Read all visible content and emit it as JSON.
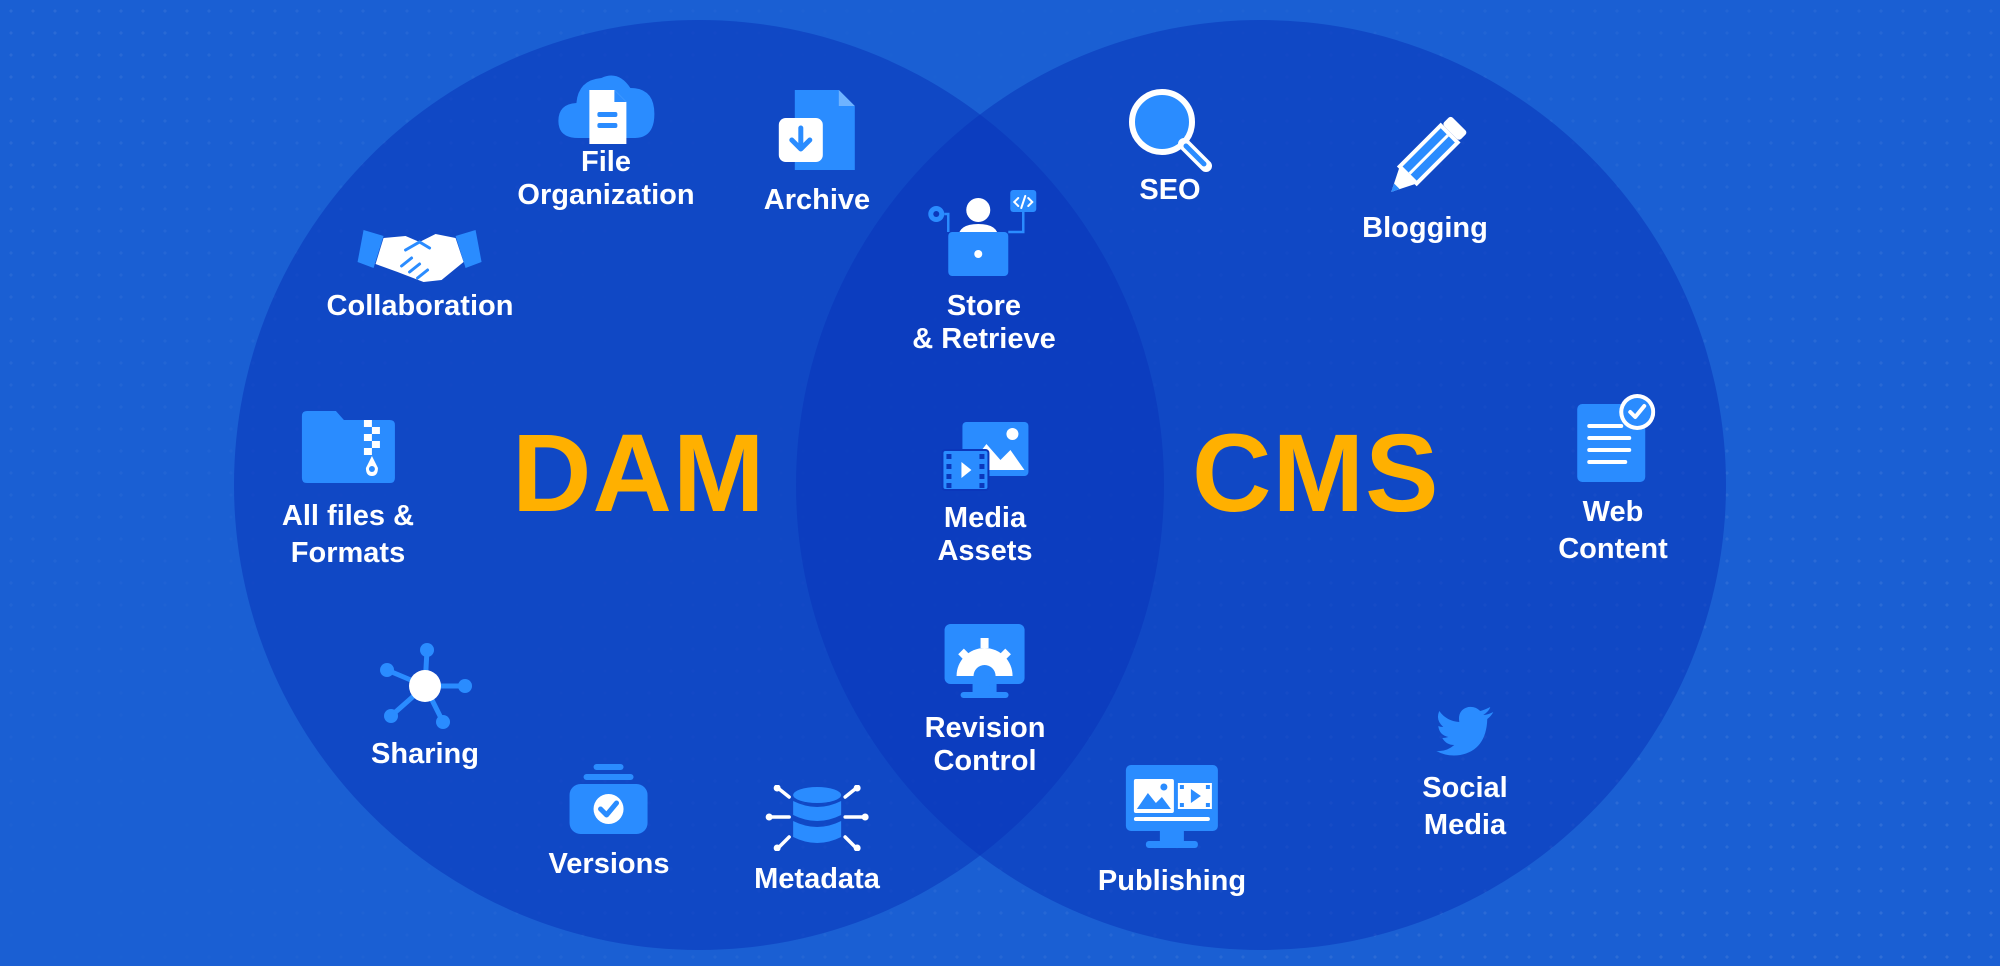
{
  "titles": {
    "left": "DAM",
    "right": "CMS"
  },
  "colors": {
    "background": "#1a5fd3",
    "circle": "#0b37bb",
    "accent": "#ffb000",
    "icon": "#2a8cff",
    "text": "#ffffff"
  },
  "dam": {
    "file_organization": {
      "label": "File\nOrganization",
      "icon": "cloud-document-icon"
    },
    "archive": {
      "label": "Archive",
      "icon": "archive-download-icon"
    },
    "collaboration": {
      "label": "Collaboration",
      "icon": "handshake-icon"
    },
    "all_files": {
      "label": "All files &\nFormats",
      "icon": "zip-folder-icon"
    },
    "sharing": {
      "label": "Sharing",
      "icon": "share-network-icon"
    },
    "versions": {
      "label": "Versions",
      "icon": "versions-check-icon"
    },
    "metadata": {
      "label": "Metadata",
      "icon": "database-icon"
    }
  },
  "shared": {
    "store_retrieve": {
      "label": "Store\n& Retrieve",
      "icon": "user-laptop-icon"
    },
    "media_assets": {
      "label": "Media\nAssets",
      "icon": "media-gallery-icon"
    },
    "revision_control": {
      "label": "Revision\nControl",
      "icon": "monitor-gear-icon"
    }
  },
  "cms": {
    "seo": {
      "label": "SEO",
      "icon": "magnifier-icon"
    },
    "blogging": {
      "label": "Blogging",
      "icon": "pencil-icon"
    },
    "web_content": {
      "label": "Web\nContent",
      "icon": "document-check-icon"
    },
    "social_media": {
      "label": "Social\nMedia",
      "icon": "twitter-bird-icon"
    },
    "publishing": {
      "label": "Publishing",
      "icon": "monitor-media-icon"
    }
  }
}
